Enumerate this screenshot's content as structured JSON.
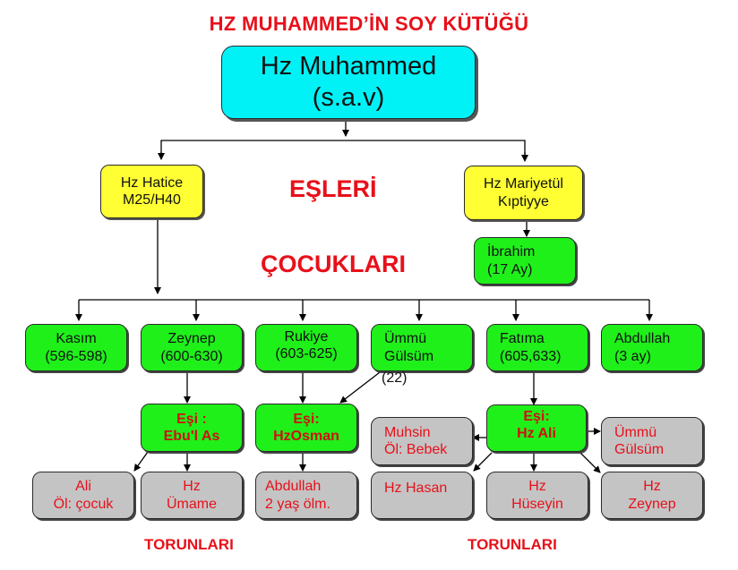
{
  "title": "HZ MUHAMMED’İN SOY KÜTÜĞÜ",
  "root": {
    "line1": "Hz Muhammed",
    "line2": "(s.a.v)"
  },
  "section_labels": {
    "spouses": "EŞLERİ",
    "children": "ÇOCUKLARI",
    "grandchildren_left": "TORUNLARI",
    "grandchildren_right": "TORUNLARI"
  },
  "spouses": [
    {
      "line1": "Hz Hatice",
      "line2": "M25/H40"
    },
    {
      "line1": "Hz Mariyetül",
      "line2": "Kıptiyye"
    }
  ],
  "ibrahim": {
    "line1": "İbrahim",
    "line2": "(17 Ay)"
  },
  "children": [
    {
      "line1": "Kasım",
      "line2": "(596-598)"
    },
    {
      "line1": "Zeynep",
      "line2": "(600-630)"
    },
    {
      "line1": "Rukiye",
      "line2": "(603-625)"
    },
    {
      "line1": "Ümmü",
      "line2": "Gülsüm",
      "note": "(22)"
    },
    {
      "line1": "Fatıma",
      "line2": "(605,633)"
    },
    {
      "line1": "Abdullah",
      "line2": "(3 ay)"
    }
  ],
  "children_spouses": [
    {
      "line1": "Eşi :",
      "line2": "Ebu'l As"
    },
    {
      "line1": "Eşi:",
      "line2": "HzOsman"
    },
    {
      "line1": "Eşi:",
      "line2": "Hz Ali"
    }
  ],
  "grandchildren": [
    {
      "line1": "Ali",
      "line2": "Öl: çocuk"
    },
    {
      "line1": "Hz",
      "line2": "Ümame"
    },
    {
      "line1": "Abdullah",
      "line2": "2 yaş ölm."
    },
    {
      "line1": "Muhsin",
      "line2": "Öl: Bebek"
    },
    {
      "line1": "Ümmü",
      "line2": "Gülsüm"
    },
    {
      "line1": "Hz Hasan",
      "line2": ""
    },
    {
      "line1": "Hz",
      "line2": "Hüseyin"
    },
    {
      "line1": "Hz",
      "line2": "Zeynep"
    }
  ],
  "colors": {
    "title_red": "#e8101a",
    "root_cyan": "#00f2f6",
    "spouse_yellow": "#ffff33",
    "child_green": "#1ff01a",
    "grandchild_gray": "#c4c4c4"
  }
}
